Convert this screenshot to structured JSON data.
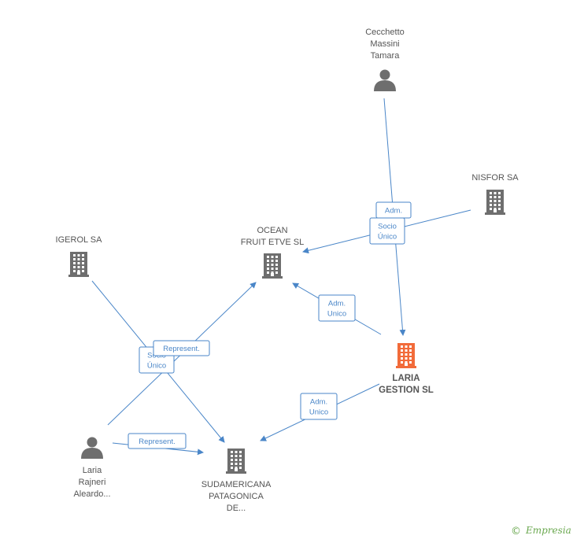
{
  "colors": {
    "edge": "#4a86c8",
    "node_gray": "#6e6e6e",
    "node_highlight": "#f26b3a",
    "brand": "#6aa84f"
  },
  "nodes": {
    "cecchetto": {
      "type": "person",
      "icon": "person-icon",
      "label": [
        "Cecchetto",
        "Massini",
        "Tamara"
      ]
    },
    "nisfor": {
      "type": "company",
      "icon": "building-icon",
      "label": [
        "NISFOR SA"
      ]
    },
    "ocean": {
      "type": "company",
      "icon": "building-icon",
      "label": [
        "OCEAN",
        "FRUIT ETVE SL"
      ]
    },
    "igerol": {
      "type": "company",
      "icon": "building-icon",
      "label": [
        "IGEROL SA"
      ]
    },
    "laria_gestion": {
      "type": "company",
      "icon": "building-icon",
      "highlight": true,
      "label": [
        "LARIA",
        "GESTION SL"
      ]
    },
    "laria_rajneri": {
      "type": "person",
      "icon": "person-icon",
      "label": [
        "Laria",
        "Rajneri",
        "Aleardo..."
      ]
    },
    "sudamericana": {
      "type": "company",
      "icon": "building-icon",
      "label": [
        "SUDAMERICANA",
        "PATAGONICA",
        "DE..."
      ]
    }
  },
  "edges": [
    {
      "from": "cecchetto",
      "to": "laria_gestion",
      "label": [
        "Adm."
      ]
    },
    {
      "from": "nisfor",
      "to": "ocean",
      "label": [
        "Socio",
        "Único"
      ]
    },
    {
      "from": "laria_gestion",
      "to": "ocean",
      "label": [
        "Adm.",
        "Unico"
      ]
    },
    {
      "from": "laria_gestion",
      "to": "sudamericana",
      "label": [
        "Adm.",
        "Unico"
      ]
    },
    {
      "from": "igerol",
      "to": "sudamericana",
      "label": [
        "Socio",
        "Único"
      ]
    },
    {
      "from": "laria_rajneri",
      "to": "ocean",
      "label": [
        "Represent."
      ]
    },
    {
      "from": "laria_rajneri",
      "to": "sudamericana",
      "label": [
        "Represent."
      ]
    }
  ],
  "footer": {
    "copyright": "©",
    "brand": "Empresia"
  }
}
